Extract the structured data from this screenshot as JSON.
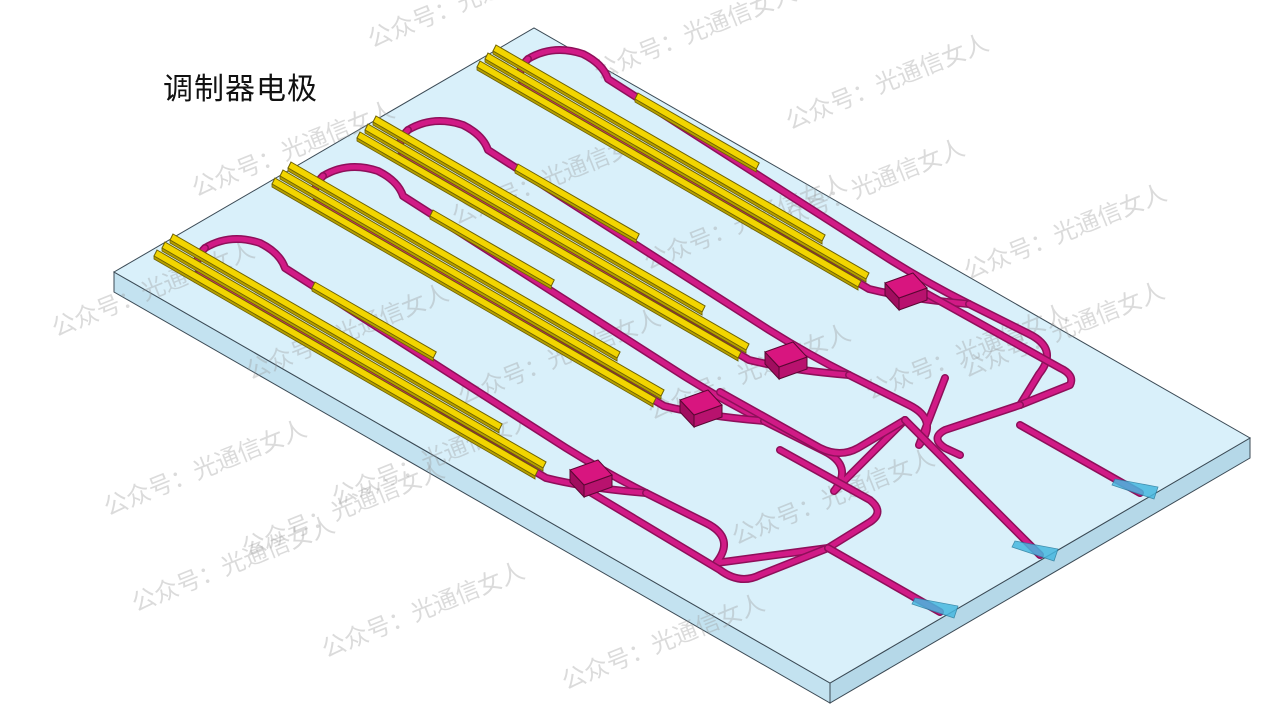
{
  "title": "调制器电极",
  "watermark": "公众号：光通信女人",
  "colors": {
    "substrate_top": "#d9f0fa",
    "substrate_side": "#c3e2f0",
    "substrate_edge": "#3b4a55",
    "waveguide": "#d11a86",
    "waveguide_dark": "#8e0f5a",
    "electrode": "#f2d500",
    "electrode_dark": "#6f6200",
    "pad": "#d8157f",
    "coupler": "#47b8e0"
  },
  "components": {
    "modulators": 4,
    "electrodes_per_modulator": 3,
    "output_couplers": 3
  }
}
